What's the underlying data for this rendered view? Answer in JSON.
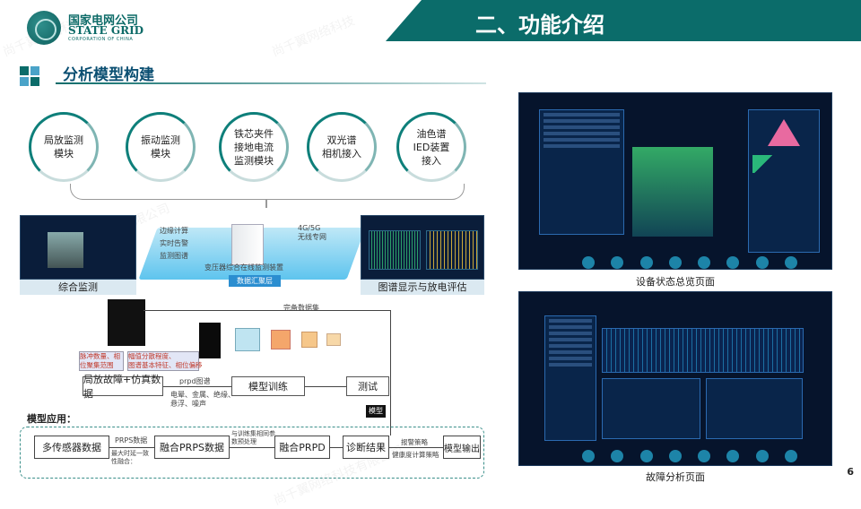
{
  "header": {
    "org_name_cn": "国家电网公司",
    "org_name_en": "STATE GRID",
    "org_sub": "CORPORATION OF CHINA",
    "title": "二、功能介绍",
    "accent": "#0b6c6a"
  },
  "section": {
    "title": "分析模型构建"
  },
  "modules": [
    {
      "label": "局放监测\n模块"
    },
    {
      "label": "振动监测\n模块"
    },
    {
      "label": "铁芯夹件\n接地电流\n监测模块"
    },
    {
      "label": "双光谱\n相机接入"
    },
    {
      "label": "油色谱\nIED装置\n接入"
    }
  ],
  "system": {
    "left_caption": "综合监测",
    "right_caption": "图谱显示与放电评估",
    "features": [
      "边缘计算",
      "实时告警",
      "监测图谱"
    ],
    "network": "4G/5G\n无线专网",
    "device": "变压器综合在线监测装置",
    "layer": "数据汇聚层"
  },
  "training": {
    "full_dataset": "完备数据集",
    "pulse_label": "脉冲数量、相\n位聚集范围",
    "amp_label": "幅值分散程度、\n图谱基本特征、相位偏移",
    "input_box": "局放故障+仿真数据",
    "prpd": "prpd图谱",
    "noise_label": "电晕、金属、绝缘、\n悬浮、噪声",
    "train_box": "模型训练",
    "test_box": "测试",
    "model_tag": "模型"
  },
  "application": {
    "title": "模型应用：",
    "steps": [
      "多传感器数据",
      "融合PRPS数据",
      "融合PRPD",
      "诊断结果",
      "模型输出"
    ],
    "prps_label": "PRPS数据",
    "consistency_label": "最大时延一致\n性融合：",
    "sync_label": "与训练集相同参\n数预处理",
    "alarm_label": "报警策略",
    "health_label": "健康度计算策略"
  },
  "screens": [
    {
      "caption": "设备状态总览页面"
    },
    {
      "caption": "故障分析页面"
    }
  ],
  "page_number": "6"
}
